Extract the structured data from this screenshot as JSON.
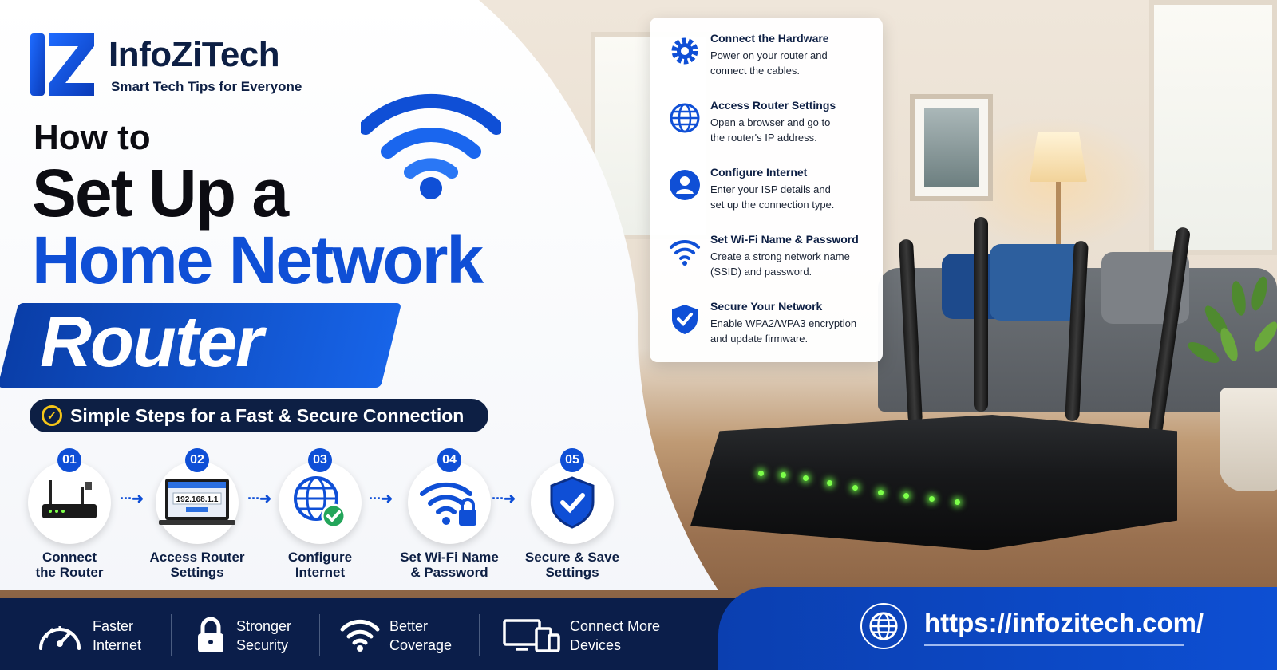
{
  "brand": {
    "name": "InfoZiTech",
    "tagline": "Smart Tech Tips for Everyone"
  },
  "headline": {
    "line1": "How to",
    "line2": "Set Up a",
    "line3": "Home Network",
    "line4": "Router"
  },
  "subtitle": "Simple Steps for a Fast & Secure Connection",
  "steps": [
    {
      "num": "01",
      "label_l1": "Connect",
      "label_l2": "the Router",
      "icon": "router-icon"
    },
    {
      "num": "02",
      "label_l1": "Access Router",
      "label_l2": "Settings",
      "icon": "laptop-icon",
      "screen_text": "192.168.1.1"
    },
    {
      "num": "03",
      "label_l1": "Configure",
      "label_l2": "Internet",
      "icon": "globe-check-icon"
    },
    {
      "num": "04",
      "label_l1": "Set Wi-Fi Name",
      "label_l2": "& Password",
      "icon": "wifi-lock-icon"
    },
    {
      "num": "05",
      "label_l1": "Secure & Save",
      "label_l2": "Settings",
      "icon": "shield-check-icon"
    }
  ],
  "card": [
    {
      "title": "Connect the Hardware",
      "desc_l1": "Power on your router and",
      "desc_l2": "connect the cables.",
      "icon": "gear-icon"
    },
    {
      "title": "Access Router Settings",
      "desc_l1": "Open a browser and go to",
      "desc_l2": "the router's IP address.",
      "icon": "globe-icon"
    },
    {
      "title": "Configure Internet",
      "desc_l1": "Enter your ISP details and",
      "desc_l2": "set up the connection type.",
      "icon": "user-icon"
    },
    {
      "title": "Set Wi-Fi Name & Password",
      "desc_l1": "Create a strong network name",
      "desc_l2": "(SSID) and password.",
      "icon": "wifi-icon"
    },
    {
      "title": "Secure Your Network",
      "desc_l1": "Enable WPA2/WPA3 encryption",
      "desc_l2": "and update firmware.",
      "icon": "shield-icon"
    }
  ],
  "features": [
    {
      "l1": "Faster",
      "l2": "Internet",
      "icon": "speedometer-icon"
    },
    {
      "l1": "Stronger",
      "l2": "Security",
      "icon": "lock-icon"
    },
    {
      "l1": "Better",
      "l2": "Coverage",
      "icon": "wifi-icon"
    },
    {
      "l1": "Connect More",
      "l2": "Devices",
      "icon": "devices-icon"
    }
  ],
  "url": "https://infozitech.com/",
  "colors": {
    "accent": "#0f4fd6",
    "navy": "#0b1e4a",
    "check": "#f5c518",
    "led": "#7dff4a"
  }
}
